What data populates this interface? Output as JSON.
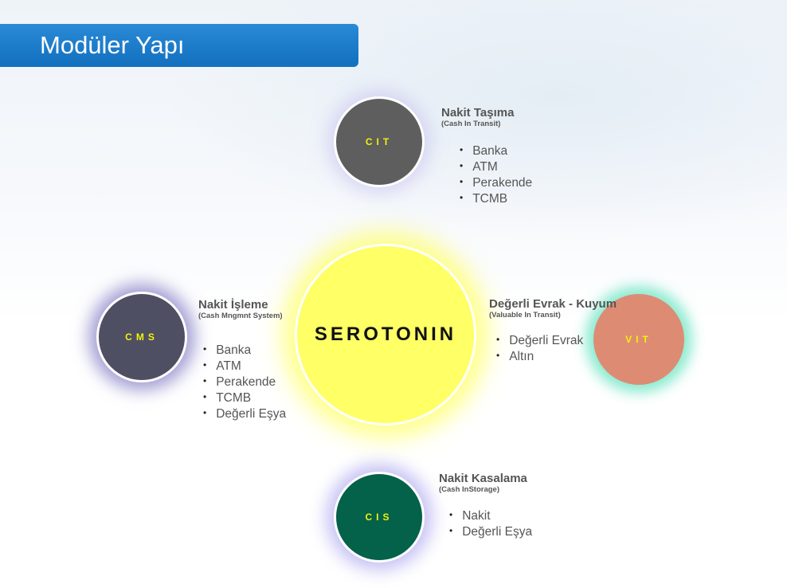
{
  "title": "Modüler Yapı",
  "center": {
    "label": "SEROTONIN",
    "color": "#ffff66"
  },
  "modules": [
    {
      "code": "CIT",
      "title": "Nakit Taşıma",
      "subtitle": "(Cash In Transit)",
      "items": [
        "Banka",
        "ATM",
        "Perakende",
        "TCMB"
      ],
      "color": "#5e5e5e"
    },
    {
      "code": "CMS",
      "title": "Nakit İşleme",
      "subtitle": "(Cash Mngmnt System)",
      "items": [
        "Banka",
        "ATM",
        "Perakende",
        "TCMB",
        "Değerli Eşya"
      ],
      "color": "#4f4f63"
    },
    {
      "code": "VIT",
      "title": "Değerli Evrak - Kuyum",
      "subtitle": "(Valuable In Transit)",
      "items": [
        "Değerli Evrak",
        "Altın"
      ],
      "color": "#de8b73"
    },
    {
      "code": "CIS",
      "title": "Nakit Kasalama",
      "subtitle": "(Cash InStorage)",
      "items": [
        "Nakit",
        "Değerli Eşya"
      ],
      "color": "#04614a"
    }
  ]
}
